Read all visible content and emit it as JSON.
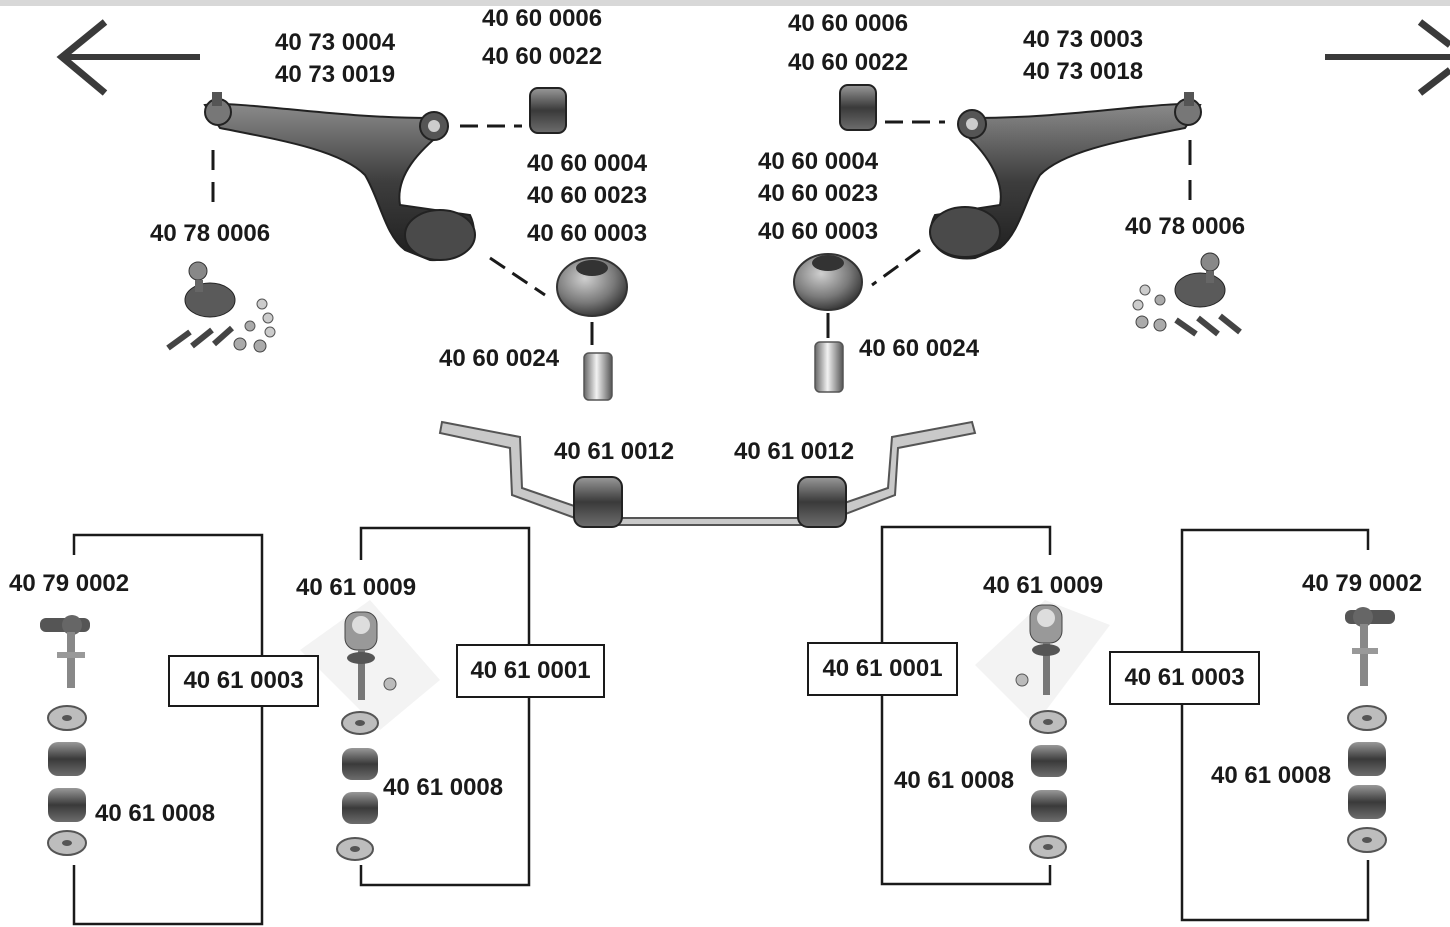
{
  "labels": {
    "lt_arm_a": "40 73 0004",
    "lt_arm_b": "40 73 0019",
    "lt_bush_a": "40 60 0006",
    "lt_bush_b": "40 60 0022",
    "lt_rbush_a": "40 60 0004",
    "lt_rbush_b": "40 60 0023",
    "lt_rbush_c": "40 60 0003",
    "lt_ball": "40 78 0006",
    "lt_sleeve": "40 60 0024",
    "rt_bush_a": "40 60 0006",
    "rt_bush_b": "40 60 0022",
    "rt_arm_a": "40 73 0003",
    "rt_arm_b": "40 73 0018",
    "rt_rbush_a": "40 60 0004",
    "rt_rbush_b": "40 60 0023",
    "rt_rbush_c": "40 60 0003",
    "rt_ball": "40 78 0006",
    "rt_sleeve": "40 60 0024",
    "bar_bush_l": "40 61 0012",
    "bar_bush_r": "40 61 0012",
    "ll_link": "40 79 0002",
    "ll_box": "40 61 0003",
    "ll_rubber": "40 61 0008",
    "lm_link": "40 61 0009",
    "lm_box": "40 61 0001",
    "lm_rubber": "40 61 0008",
    "rm_box": "40 61 0001",
    "rm_link": "40 61 0009",
    "rm_rubber": "40 61 0008",
    "rr_box": "40 61 0003",
    "rr_link": "40 79 0002",
    "rr_rubber": "40 61 0008"
  },
  "colors": {
    "ink": "#1a1a1a",
    "part_dark": "#3a3a3a",
    "part_mid": "#6b6b6b",
    "part_light": "#b5b5b5",
    "bar": "#c9c9c9"
  },
  "icons": {
    "left_arrow": "arrow-left-icon",
    "right_arrow": "arrow-right-icon"
  }
}
